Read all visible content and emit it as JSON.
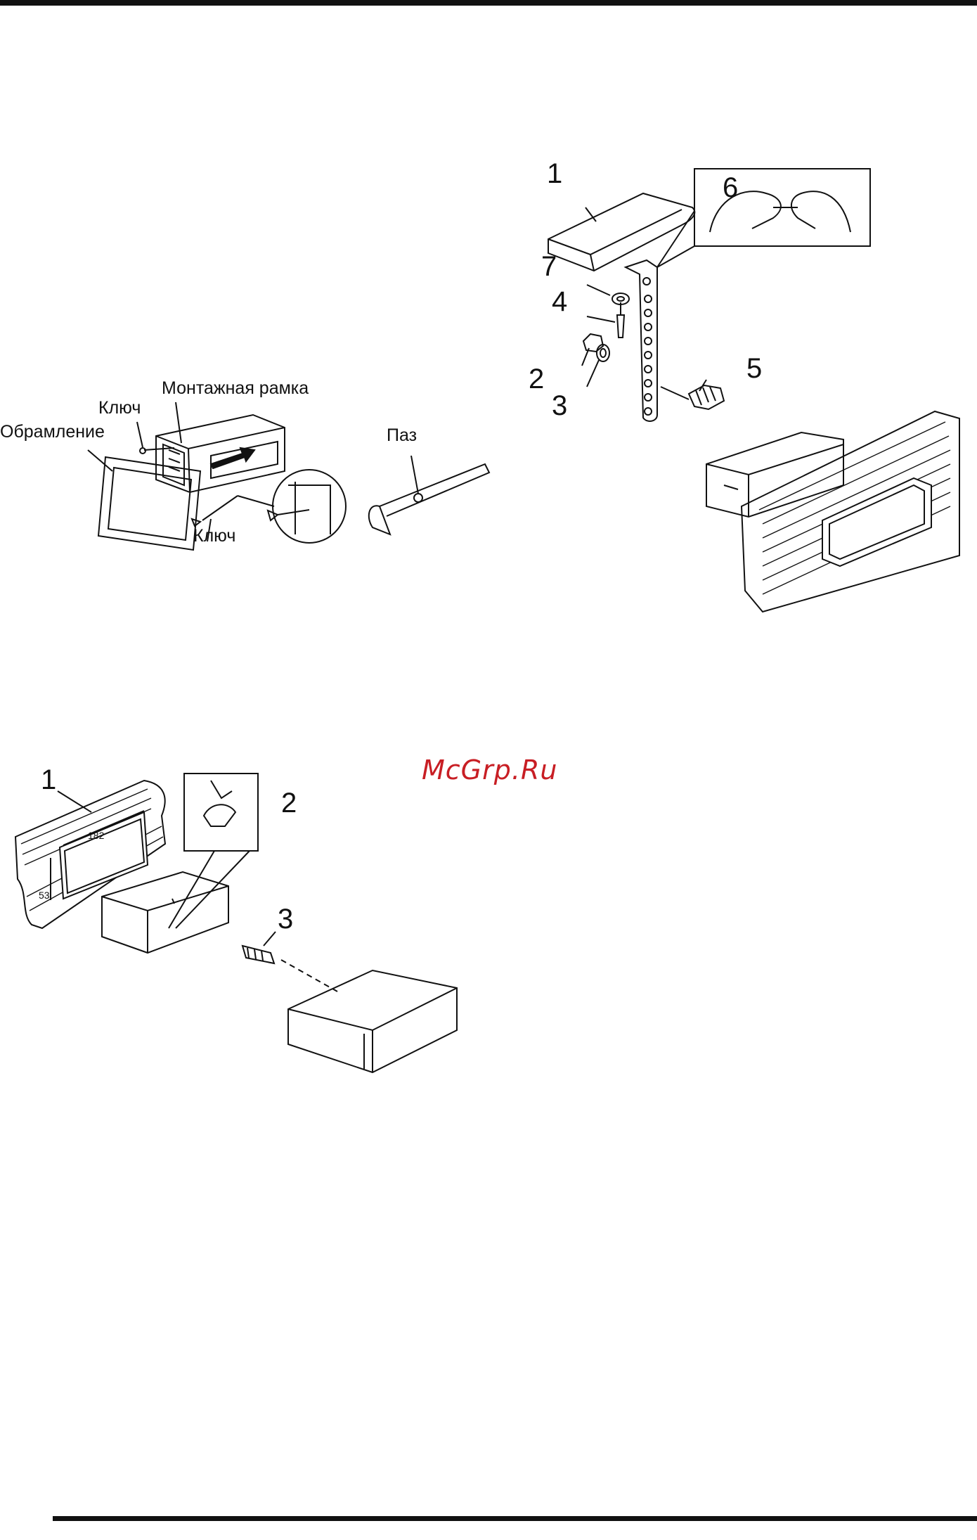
{
  "figure1": {
    "label_frame": "Монтажная рамка",
    "label_key_top": "Ключ",
    "label_trim": "Обрамление",
    "label_key_bottom": "Ключ",
    "label_slot": "Паз"
  },
  "figure2": {
    "callouts": [
      "1",
      "6",
      "7",
      "4",
      "2",
      "3",
      "5"
    ]
  },
  "figure3": {
    "callouts": [
      "1",
      "2",
      "3"
    ],
    "dim_width": "182",
    "dim_height": "53"
  },
  "watermark": "McGrp.Ru"
}
